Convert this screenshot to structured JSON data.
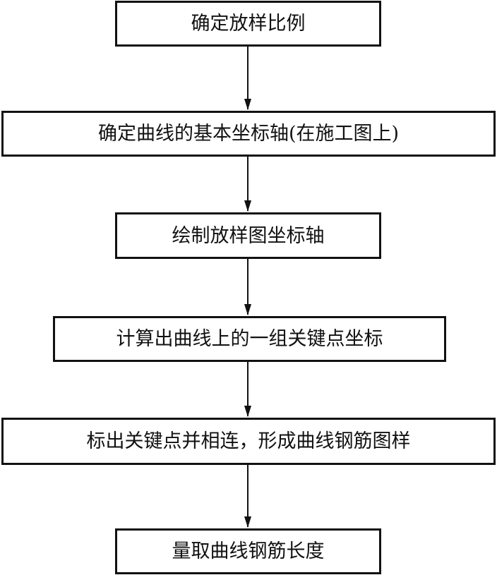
{
  "steps": [
    {
      "label": "确定放样比例"
    },
    {
      "label": "确定曲线的基本坐标轴(在施工图上)"
    },
    {
      "label": "绘制放样图坐标轴"
    },
    {
      "label": "计算出曲线上的一组关键点坐标"
    },
    {
      "label": "标出关键点并相连，形成曲线钢筋图样"
    },
    {
      "label": "量取曲线钢筋长度"
    }
  ]
}
